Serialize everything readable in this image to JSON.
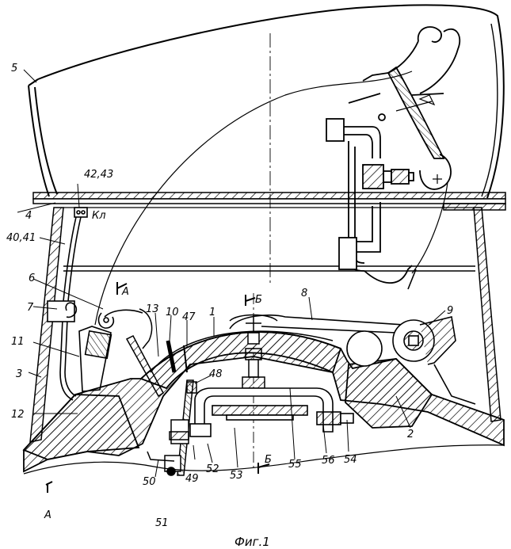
{
  "figure": {
    "caption": "Фиг.1",
    "section_marks": {
      "A": "А",
      "B": "Б"
    },
    "labels": {
      "l1": "1",
      "l2": "2",
      "l3": "3",
      "l4": "4",
      "l5": "5",
      "l6": "6",
      "l7": "7",
      "l8": "8",
      "l9": "9",
      "l10": "10",
      "l11": "11",
      "l12": "12",
      "l13": "13",
      "l40": "40,41",
      "l42": "42,43",
      "lkl": "Кл",
      "l47": "47",
      "l48": "48",
      "l49": "49",
      "l50": "50",
      "l51": "51",
      "l52": "52",
      "l53": "53",
      "l54": "54",
      "l55": "55",
      "l56": "56"
    }
  }
}
